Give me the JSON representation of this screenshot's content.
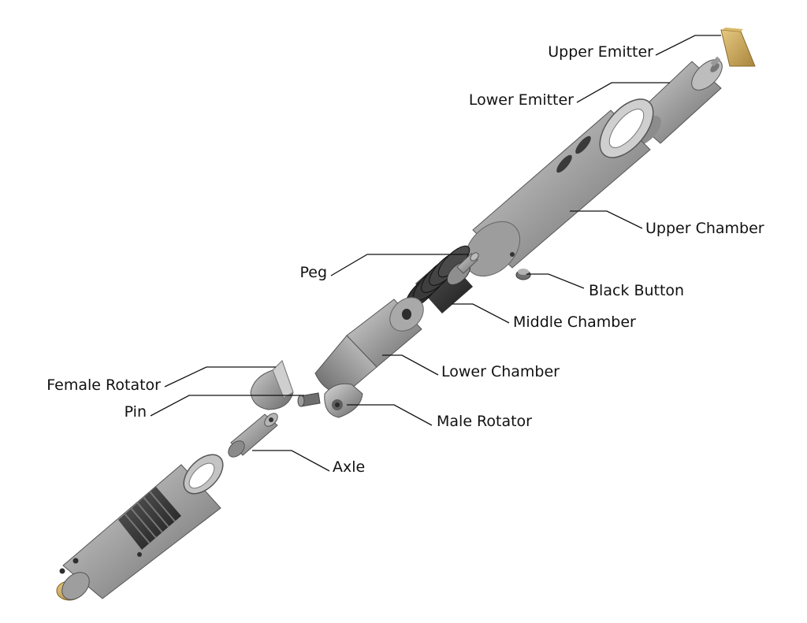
{
  "diagram": {
    "labels": {
      "upper_emitter": "Upper Emitter",
      "lower_emitter": "Lower Emitter",
      "upper_chamber": "Upper Chamber",
      "peg": "Peg",
      "black_button": "Black Button",
      "middle_chamber": "Middle Chamber",
      "lower_chamber": "Lower Chamber",
      "female_rotator": "Female Rotator",
      "pin": "Pin",
      "male_rotator": "Male Rotator",
      "axle": "Axle"
    },
    "colors": {
      "background": "#ffffff",
      "metal": "#9a9a9a",
      "metal_dark": "#5e5e5e",
      "rubber": "#2a2a2a",
      "brass": "#c9a55a",
      "text": "#111111"
    }
  }
}
